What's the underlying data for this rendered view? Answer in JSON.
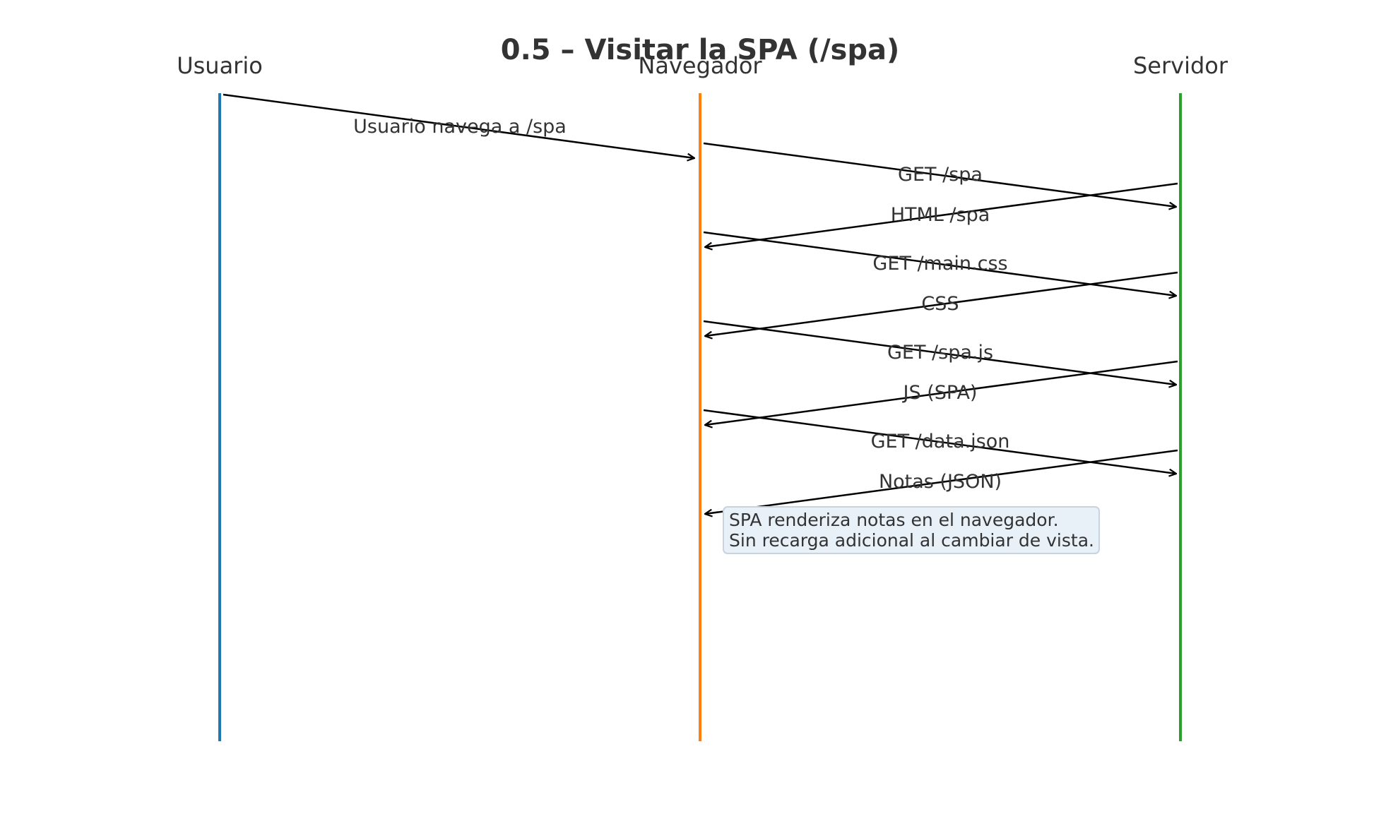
{
  "title": "0.5 – Visitar la SPA (/spa)",
  "actors": [
    {
      "id": "usuario",
      "label": "Usuario",
      "color": "#1f77b4"
    },
    {
      "id": "navegador",
      "label": "Navegador",
      "color": "#ff7f0e"
    },
    {
      "id": "servidor",
      "label": "Servidor",
      "color": "#2ca02c"
    }
  ],
  "messages": [
    {
      "from": "usuario",
      "to": "navegador",
      "label": "Usuario navega a /spa"
    },
    {
      "from": "navegador",
      "to": "servidor",
      "label": "GET /spa"
    },
    {
      "from": "servidor",
      "to": "navegador",
      "label": "HTML /spa"
    },
    {
      "from": "navegador",
      "to": "servidor",
      "label": "GET /main.css"
    },
    {
      "from": "servidor",
      "to": "navegador",
      "label": "CSS"
    },
    {
      "from": "navegador",
      "to": "servidor",
      "label": "GET /spa.js"
    },
    {
      "from": "servidor",
      "to": "navegador",
      "label": "JS (SPA)"
    },
    {
      "from": "navegador",
      "to": "servidor",
      "label": "GET /data.json"
    },
    {
      "from": "servidor",
      "to": "navegador",
      "label": "Notas (JSON)"
    }
  ],
  "note": {
    "lines": [
      "SPA renderiza notas en el navegador.",
      "Sin recarga adicional al cambiar de vista."
    ],
    "background": "#e8f0f8",
    "border": "#c9d3dd"
  }
}
